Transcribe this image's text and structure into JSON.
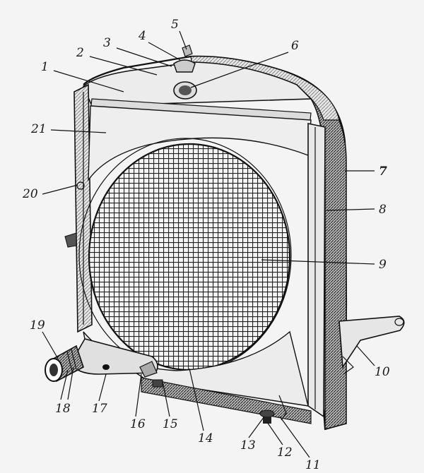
{
  "figure": {
    "colors": {
      "ink": "#111111",
      "paper": "#f4f4f4",
      "shade": "#555555"
    },
    "callouts": [
      {
        "id": "1",
        "text": "1"
      },
      {
        "id": "2",
        "text": "2"
      },
      {
        "id": "3",
        "text": "3"
      },
      {
        "id": "4",
        "text": "4"
      },
      {
        "id": "5",
        "text": "5"
      },
      {
        "id": "6",
        "text": "6"
      },
      {
        "id": "7",
        "text": "7"
      },
      {
        "id": "8",
        "text": "8"
      },
      {
        "id": "9",
        "text": "9"
      },
      {
        "id": "10",
        "text": "10"
      },
      {
        "id": "11",
        "text": "11"
      },
      {
        "id": "12",
        "text": "12"
      },
      {
        "id": "13",
        "text": "13"
      },
      {
        "id": "14",
        "text": "14"
      },
      {
        "id": "15",
        "text": "15"
      },
      {
        "id": "16",
        "text": "16"
      },
      {
        "id": "17",
        "text": "17"
      },
      {
        "id": "18",
        "text": "18"
      },
      {
        "id": "19",
        "text": "19"
      },
      {
        "id": "20",
        "text": "20"
      },
      {
        "id": "21",
        "text": "21"
      }
    ]
  }
}
